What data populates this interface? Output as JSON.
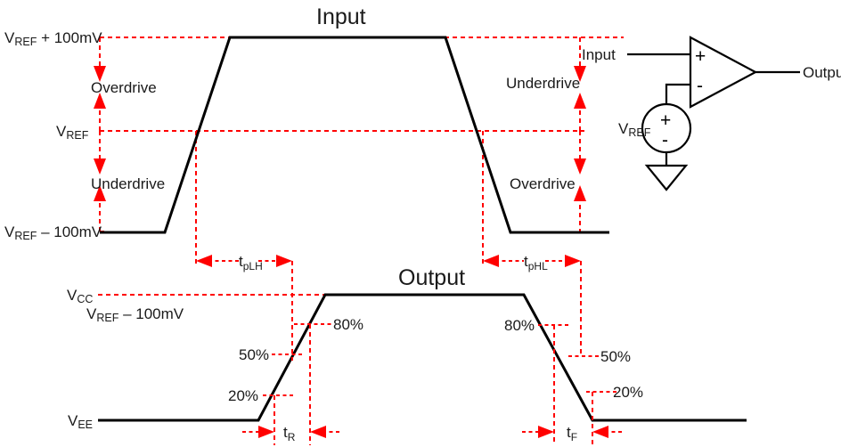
{
  "figure": {
    "input_title": "Input",
    "output_title": "Output"
  },
  "input_plot": {
    "level_labels": {
      "high": {
        "base": "V",
        "sub": "REF",
        "rest": " + 100mV"
      },
      "mid": {
        "base": "V",
        "sub": "REF",
        "rest": ""
      },
      "low": {
        "base": "V",
        "sub": "REF",
        "rest": " – 100mV"
      }
    },
    "margin_labels": {
      "left_upper": "Overdrive",
      "left_lower": "Underdrive",
      "right_upper": "Underdrive",
      "right_lower": "Overdrive"
    }
  },
  "output_plot": {
    "level_labels": {
      "vcc": {
        "base": "V",
        "sub": "CC",
        "rest": ""
      },
      "vee": {
        "base": "V",
        "sub": "EE",
        "rest": ""
      },
      "vcc_note": {
        "base": "V",
        "sub": "REF",
        "rest": " – 100mV"
      }
    },
    "threshold_labels": {
      "rise_80": "80%",
      "rise_50": "50%",
      "rise_20": "20%",
      "fall_80": "80%",
      "fall_50": "50%",
      "fall_20": "20%"
    }
  },
  "timing": {
    "prop_delay_lh": {
      "base": "t",
      "sub": "pLH"
    },
    "prop_delay_hl": {
      "base": "t",
      "sub": "pHL"
    },
    "rise_time": {
      "base": "t",
      "sub": "R"
    },
    "fall_time": {
      "base": "t",
      "sub": "F"
    }
  },
  "schematic": {
    "input_label": "Input",
    "output_label": "Output",
    "vref_label": {
      "base": "V",
      "sub": "REF",
      "rest": ""
    },
    "plus_terminal": "+",
    "minus_terminal": "-",
    "source_plus": "+",
    "source_minus": "-"
  },
  "colors": {
    "waveform": "#000000",
    "guide": "#ff0000",
    "background": "#ffffff",
    "text": "#1a1a1a"
  }
}
